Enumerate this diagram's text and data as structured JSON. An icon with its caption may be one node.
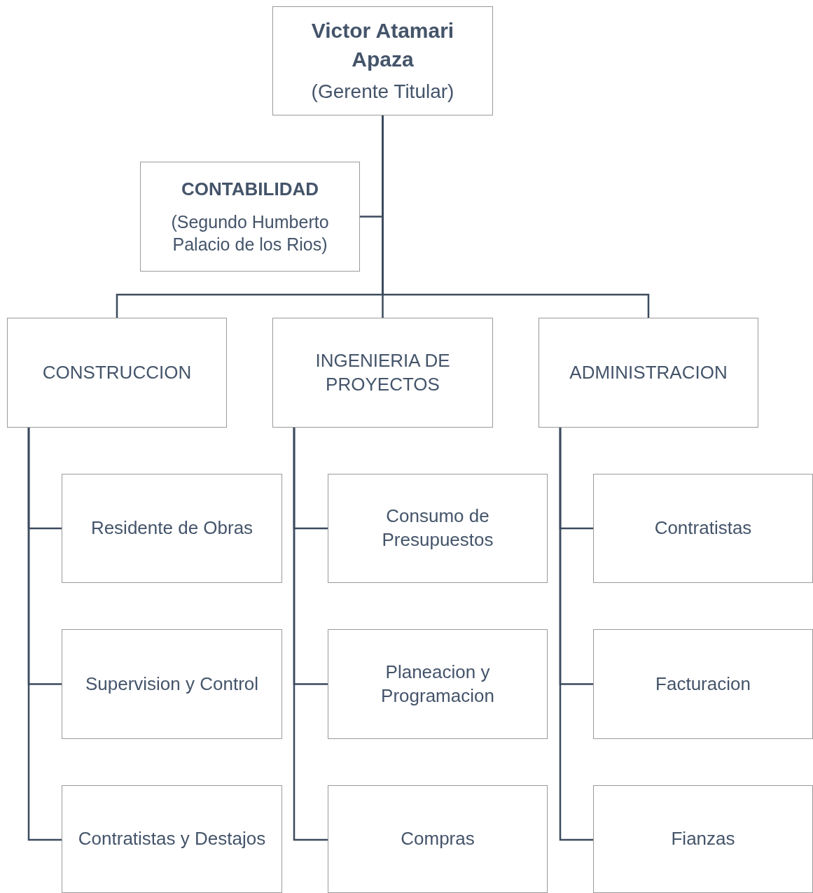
{
  "diagram": {
    "nodes": [
      {
        "text": [
          "Victor Atamari Apaza",
          "(Gerente Titular)"
        ]
      },
      {
        "text": [
          "CONTABILIDAD",
          "(Segundo Humberto Palacio de los Rios)"
        ]
      },
      {
        "text": [
          "CONSTRUCCION"
        ]
      },
      {
        "text": [
          "INGENIERIA DE PROYECTOS"
        ]
      },
      {
        "text": [
          "ADMINISTRACION"
        ]
      },
      {
        "text": [
          "Residente de Obras"
        ]
      },
      {
        "text": [
          "Consumo de Presupuestos"
        ]
      },
      {
        "text": [
          "Contratistas"
        ]
      },
      {
        "text": [
          "Supervision y Control"
        ]
      },
      {
        "text": [
          "Planeacion y Programacion"
        ]
      },
      {
        "text": [
          "Facturacion"
        ]
      },
      {
        "text": [
          "Contratistas y Destajos"
        ]
      },
      {
        "text": [
          "Compras"
        ]
      },
      {
        "text": [
          "Fianzas"
        ]
      }
    ],
    "edges": [
      {
        "from": 0,
        "to": 1,
        "arrow": "none"
      },
      {
        "from": 0,
        "to": 2,
        "arrow": "none"
      },
      {
        "from": 0,
        "to": 3,
        "arrow": "none"
      },
      {
        "from": 0,
        "to": 4,
        "arrow": "none"
      },
      {
        "from": 2,
        "to": 5,
        "arrow": "none"
      },
      {
        "from": 2,
        "to": 8,
        "arrow": "none"
      },
      {
        "from": 2,
        "to": 11,
        "arrow": "none"
      },
      {
        "from": 3,
        "to": 6,
        "arrow": "none"
      },
      {
        "from": 3,
        "to": 9,
        "arrow": "none"
      },
      {
        "from": 3,
        "to": 12,
        "arrow": "none"
      },
      {
        "from": 4,
        "to": 7,
        "arrow": "none"
      },
      {
        "from": 4,
        "to": 10,
        "arrow": "none"
      },
      {
        "from": 4,
        "to": 13,
        "arrow": "none"
      }
    ]
  }
}
